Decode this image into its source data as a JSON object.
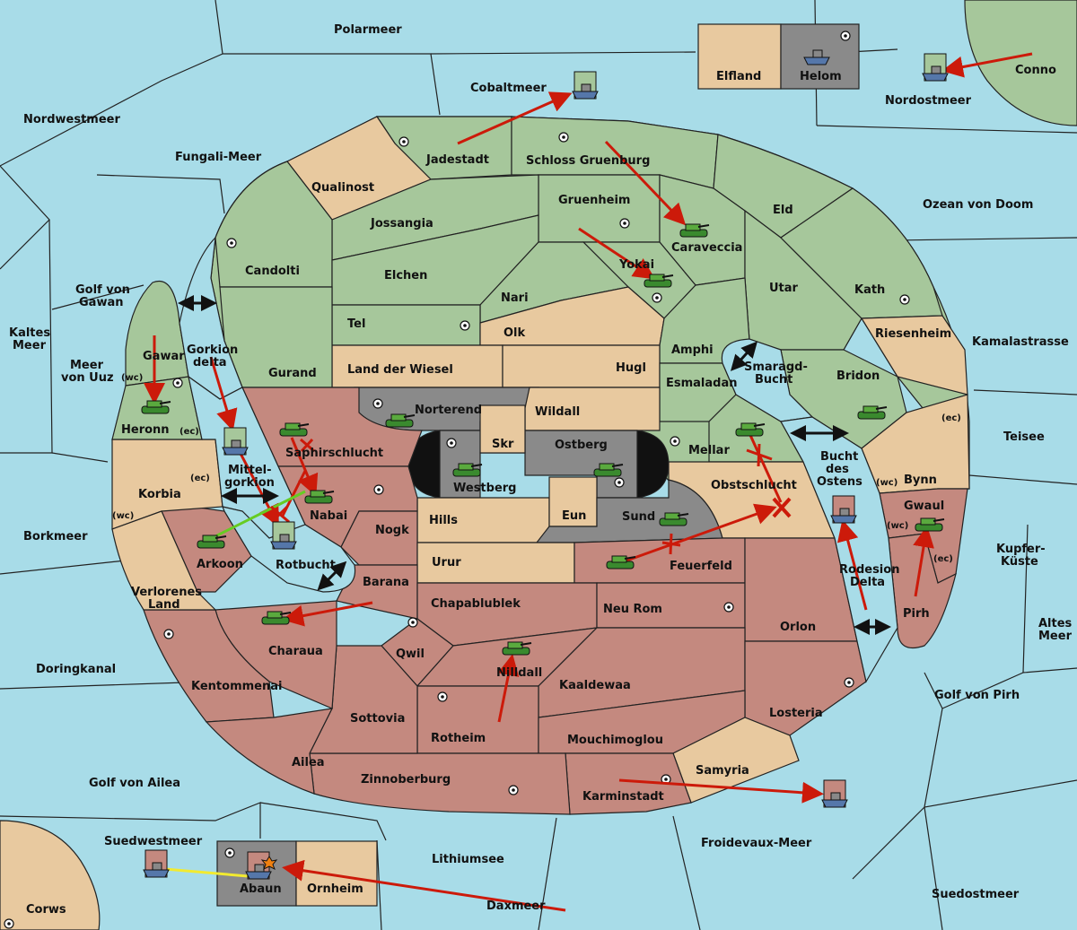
{
  "colors": {
    "sea": "#a8dce8",
    "power_green": "#a6c79b",
    "power_tan": "#e8c99f",
    "power_red": "#c4897f",
    "neutral_gray": "#8a8a8a",
    "order_red": "#cc1a0a",
    "support_green": "#66cc22",
    "support_yellow": "#f2ea30"
  },
  "sea_regions": {
    "polarmeer": "Polarmeer",
    "cobaltmeer": "Cobaltmeer",
    "nordostmeer": "Nordostmeer",
    "conno": "Conno",
    "nordwestmeer": "Nordwestmeer",
    "fungali_meer": "Fungali-Meer",
    "ozean_von_doom": "Ozean von Doom",
    "golf_von_gawan_1": "Golf von",
    "golf_von_gawan_2": "Gawan",
    "kaltes_meer_1": "Kaltes",
    "kaltes_meer_2": "Meer",
    "meer_von_uuz_1": "Meer",
    "meer_von_uuz_2": "von Uuz",
    "kamalastrasse": "Kamalastrasse",
    "teisee": "Teisee",
    "borkmeer": "Borkmeer",
    "kupfer_kueste_1": "Kupfer-",
    "kupfer_kueste_2": "Küste",
    "altes_meer_1": "Altes",
    "altes_meer_2": "Meer",
    "doringkanal": "Doringkanal",
    "golf_von_pirh": "Golf von Pirh",
    "golf_von_ailea": "Golf von Ailea",
    "suedwestmeer": "Suedwestmeer",
    "froidevaux_meer": "Froidevaux-Meer",
    "lithiumsee": "Lithiumsee",
    "suedostmeer": "Suedostmeer",
    "daxmeer": "Daxmeer",
    "corws": "Corws",
    "gorkion_delta_1": "Gorkion",
    "gorkion_delta_2": "delta",
    "mittelgorkion_1": "Mittel-",
    "mittelgorkion_2": "gorkion",
    "rotbucht": "Rotbucht",
    "smaragd_bucht_1": "Smaragd-",
    "smaragd_bucht_2": "Bucht",
    "bucht_des_ostens_1": "Bucht",
    "bucht_des_ostens_2": "des",
    "bucht_des_ostens_3": "Ostens",
    "rodesion_delta_1": "Rodesion",
    "rodesion_delta_2": "Delta"
  },
  "land_regions": {
    "elfland": "Elfland",
    "helom": "Helom",
    "jadestadt": "Jadestadt",
    "schloss_gruenburg": "Schloss Gruenburg",
    "qualinost": "Qualinost",
    "gruenheim": "Gruenheim",
    "eld": "Eld",
    "jossangia": "Jossangia",
    "caraveccia": "Caraveccia",
    "candolti": "Candolti",
    "elchen": "Elchen",
    "yokai": "Yokai",
    "utar": "Utar",
    "kath": "Kath",
    "nari": "Nari",
    "tel": "Tel",
    "olk": "Olk",
    "gawar": "Gawar",
    "wc": "(wc)",
    "ec": "(ec)",
    "heronn": "Heronn",
    "amphi": "Amphi",
    "riesenheim": "Riesenheim",
    "land_der_wiesel": "Land der Wiesel",
    "hugl": "Hugl",
    "gurand": "Gurand",
    "esmaladan": "Esmaladan",
    "bridon": "Bridon",
    "norterend": "Norterend",
    "wildall": "Wildall",
    "skr": "Skr",
    "ostberg": "Ostberg",
    "saphirschlucht": "Saphirschlucht",
    "mellar": "Mellar",
    "westberg": "Westberg",
    "obstschlucht": "Obstschlucht",
    "bynn": "Bynn",
    "korbia": "Korbia",
    "nabai": "Nabai",
    "gwaul": "Gwaul",
    "hills": "Hills",
    "eun": "Eun",
    "sund": "Sund",
    "nogk": "Nogk",
    "arkoon": "Arkoon",
    "urur": "Urur",
    "feuerfeld": "Feuerfeld",
    "verlorenes_land_1": "Verlorenes",
    "verlorenes_land_2": "Land",
    "barana": "Barana",
    "chapablublek": "Chapablublek",
    "neu_rom": "Neu Rom",
    "orlon": "Orlon",
    "pirh": "Pirh",
    "charaua": "Charaua",
    "qwil": "Qwil",
    "nilldall": "Nilldall",
    "kentommenai": "Kentommenai",
    "kaaldewaa": "Kaaldewaa",
    "sottovia": "Sottovia",
    "rotheim": "Rotheim",
    "losteria": "Losteria",
    "mouchimoglou": "Mouchimoglou",
    "ailea": "Ailea",
    "samyria": "Samyria",
    "zinnoberburg": "Zinnoberburg",
    "karminstadt": "Karminstadt",
    "abaun": "Abaun",
    "ornheim": "Ornheim"
  }
}
